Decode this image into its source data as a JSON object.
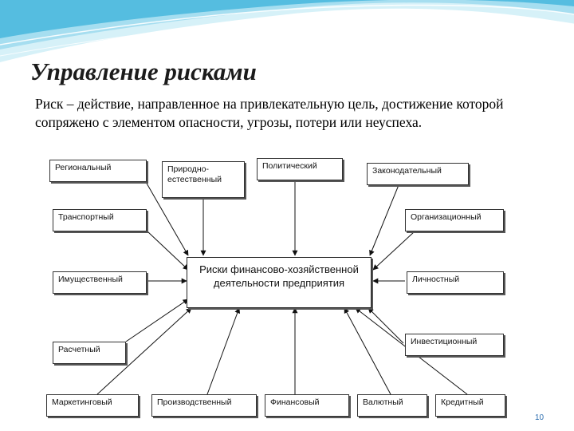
{
  "slide": {
    "title": "Управление рисками",
    "definition": "Риск – действие, направленное на привлекательную цель, достижение которой сопряжено с элементом опасности, угрозы, потери или неуспеха.",
    "page_number": "10"
  },
  "diagram": {
    "center": "Риски финансово-хозяйственной деятельности предприятия",
    "risks": {
      "regional": "Региональный",
      "natural": "Природно-естественный",
      "political": "Политический",
      "legislative": "Законодательный",
      "transport": "Транспортный",
      "organizational": "Организационный",
      "property": "Имущественный",
      "personal": "Личностный",
      "settlement": "Расчетный",
      "investment": "Инвестиционный",
      "marketing": "Маркетинговый",
      "production": "Производственный",
      "financial": "Финансовый",
      "currency": "Валютный",
      "credit": "Кредитный"
    }
  },
  "colors": {
    "wave_light": "#cdeef6",
    "wave_mid": "#8fd3e8",
    "wave_dark": "#3aaed4",
    "page_number": "#2f6fb0"
  }
}
